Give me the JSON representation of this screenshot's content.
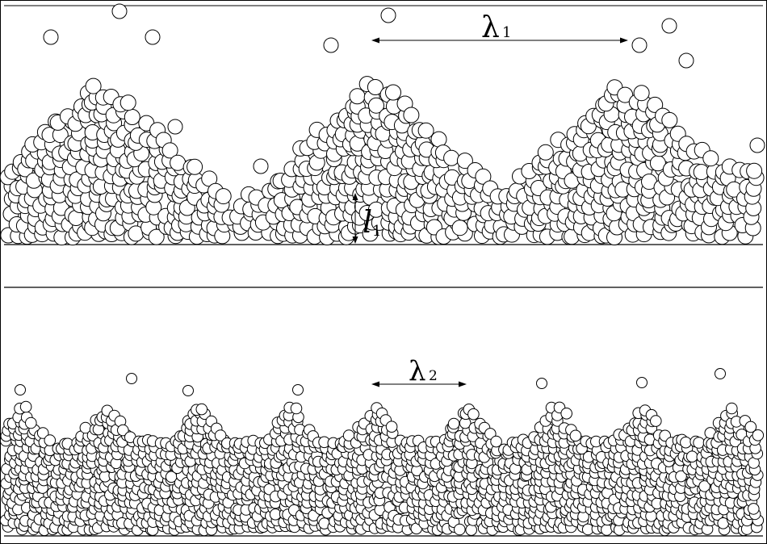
{
  "figure": {
    "panel_top": {
      "wavelength_label": "λ",
      "wavelength_subscript": "1",
      "height_label": "l",
      "height_subscript": "1"
    },
    "panel_bottom": {
      "wavelength_label": "λ",
      "wavelength_subscript": "2"
    }
  },
  "colors": {
    "particle_fill": "#ffffff",
    "particle_stroke": "#000000",
    "line": "#000000",
    "background": "#ffffff"
  }
}
